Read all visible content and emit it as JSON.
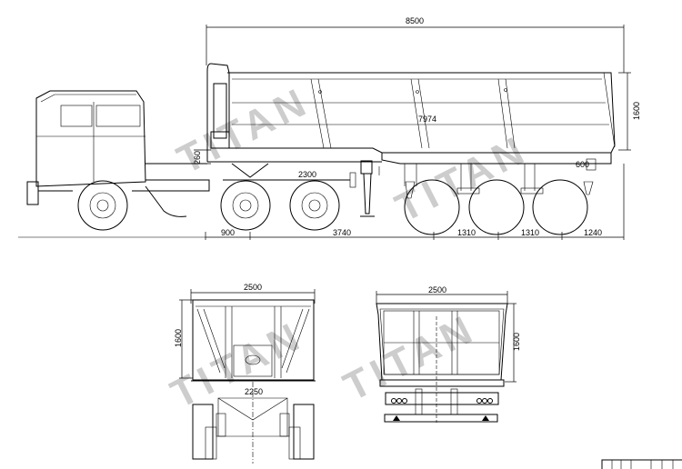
{
  "drawing": {
    "watermark": "TITAN",
    "side_view": {
      "overall_length": "8500",
      "body_length": "7974",
      "body_height": "1600",
      "front_height": "260",
      "kingpin_offset": "2300",
      "rear_overhang_height": "600",
      "dim_front": "900",
      "dim_kingpin_to_axle": "3740",
      "dim_axle_spacing_1": "1310",
      "dim_axle_spacing_2": "1310",
      "dim_rear_overhang": "1240"
    },
    "front_view": {
      "width": "2500",
      "height": "1600",
      "track": "2250"
    },
    "rear_view": {
      "width": "2500",
      "height": "1600"
    }
  }
}
